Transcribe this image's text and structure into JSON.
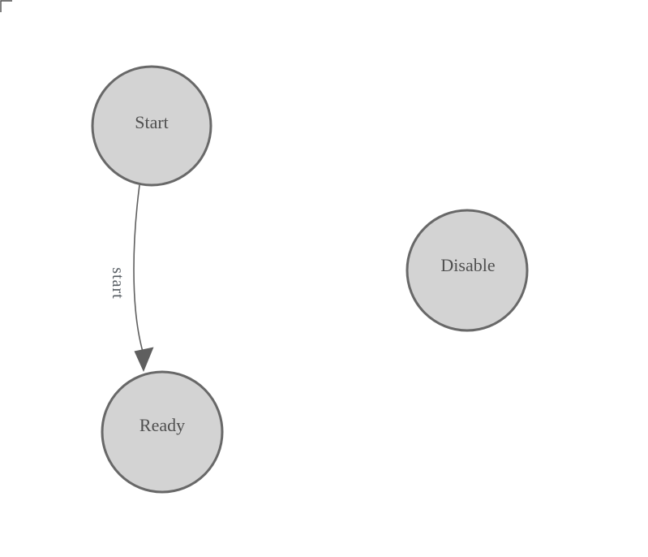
{
  "diagram": {
    "type": "state-machine",
    "nodes": [
      {
        "id": "start",
        "label": "Start"
      },
      {
        "id": "ready",
        "label": "Ready"
      },
      {
        "id": "disable",
        "label": "Disable"
      }
    ],
    "edges": [
      {
        "from": "Start",
        "to": "Ready",
        "label": "start"
      }
    ],
    "colors": {
      "background": "#ffffff",
      "node_fill": "#d3d3d3",
      "node_stroke": "#686868",
      "node_text": "#4f4f4f",
      "edge_stroke": "#5f5f5f",
      "edge_label_text": "#545a60",
      "corner_mark": "#4a4a4a"
    }
  }
}
